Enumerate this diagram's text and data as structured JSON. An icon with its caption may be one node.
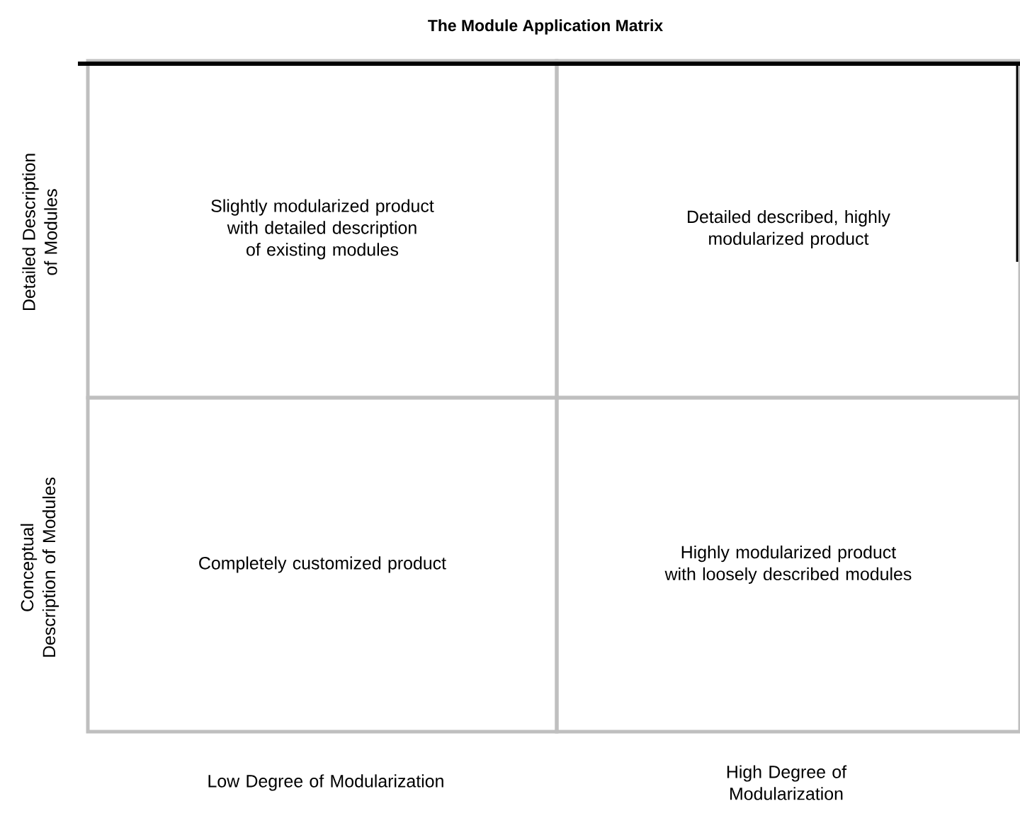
{
  "diagram": {
    "title": "The Module Application Matrix",
    "nodes": [
      {
        "text": [
          "Slightly modularized product with detailed description of existing modules"
        ]
      },
      {
        "text": [
          "Detailed described, highly modularized product"
        ]
      },
      {
        "text": [
          "Completely customized product"
        ]
      },
      {
        "text": [
          "Highly modularized product with loosely described modules"
        ]
      }
    ],
    "labels": [
      "Detailed Description of Modules",
      "Conceptual Description of Modules",
      "Low Degree of Modularization",
      "High Degree of Modularization"
    ]
  }
}
